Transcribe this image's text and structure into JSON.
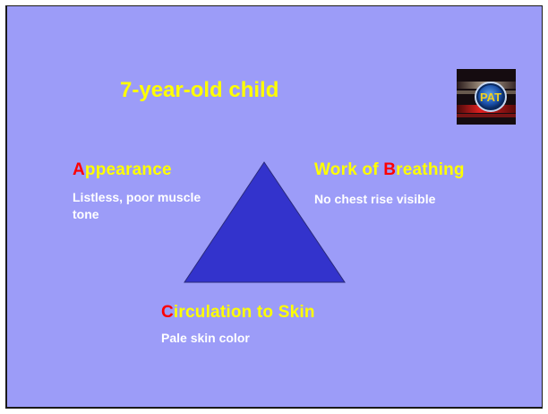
{
  "slide": {
    "title": "7-year-old child",
    "background_color": "#9c9cf8",
    "title_color": "#ffff00",
    "heading_color": "#ffff00",
    "accent_letter_color": "#ff0000",
    "description_color": "#ffffff",
    "triangle_color": "#3333cc"
  },
  "logo": {
    "text": "PAT",
    "icon": "pat-badge-icon"
  },
  "appearance": {
    "letter": "A",
    "rest": "ppearance",
    "description": "Listless, poor muscle tone"
  },
  "work_of_breathing": {
    "prefix": "Work of ",
    "letter": "B",
    "rest": "reathing",
    "description": "No chest rise visible"
  },
  "circulation": {
    "letter": "C",
    "rest": "irculation to Skin",
    "description": "Pale skin color"
  }
}
